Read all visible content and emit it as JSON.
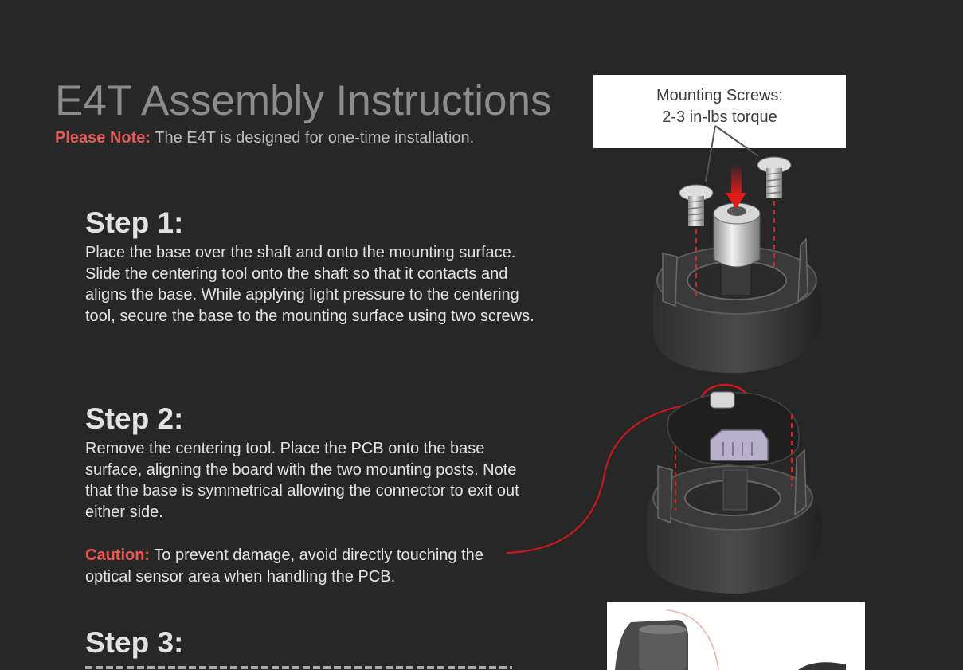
{
  "header": {
    "title": "E4T Assembly Instructions",
    "note_label": "Please Note:",
    "note_text": " The E4T is designed for one-time installation."
  },
  "callout": {
    "line1": "Mounting Screws:",
    "line2": "2-3 in-lbs torque"
  },
  "steps": [
    {
      "title": "Step 1:",
      "lines": [
        "Place the base over the shaft and onto the mounting surface.",
        "Slide the centering tool onto the shaft so that it contacts and",
        "aligns the base. While applying light pressure to the centering",
        "tool, secure the base to the mounting surface using two screws."
      ]
    },
    {
      "title": "Step 2:",
      "lines": [
        "Remove the centering tool. Place the PCB onto the base",
        "surface, aligning the board with the two mounting posts. Note",
        "that the base is symmetrical allowing the connector to exit out",
        "either side."
      ],
      "caution_label": "Caution:",
      "caution_lines": [
        " To prevent damage, avoid directly touching the",
        "optical sensor area when handling the PCB."
      ]
    },
    {
      "title": "Step 3:"
    }
  ],
  "colors": {
    "background": "#272727",
    "title": "#8c8c8c",
    "accent_red": "#e65b59",
    "body_text": "#e3e3e3"
  }
}
